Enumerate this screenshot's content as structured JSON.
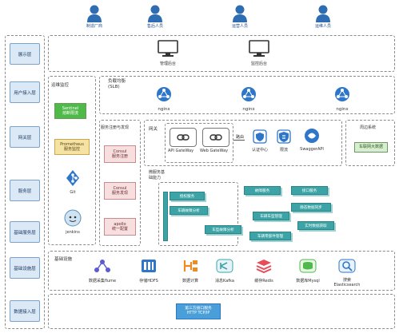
{
  "colors": {
    "layer_fill": "#dbe8f6",
    "person_blue": "#2f6db3",
    "teal": "#3ca4a6",
    "pink": "#f7dfe0",
    "sentinel_green": "#4fb94a",
    "prometheus_yellow": "#f4e3a5",
    "gateway_blue": "#2e76c9",
    "third_party_fill": "#4a9fd8"
  },
  "people": [
    {
      "label": "制造厂商",
      "icon": "person-icon"
    },
    {
      "label": "售后人员",
      "icon": "person-icon"
    },
    {
      "label": "运营人员",
      "icon": "person-icon"
    },
    {
      "label": "运维人员",
      "icon": "person-icon"
    }
  ],
  "layers": [
    {
      "label": "展示层"
    },
    {
      "label": "用户接入层"
    },
    {
      "label": "网关层"
    },
    {
      "label": "服务层"
    },
    {
      "label": "基础服务层"
    },
    {
      "label": "基础设施层"
    },
    {
      "label": "数据接入层"
    }
  ],
  "display": {
    "mgmt_label": "管理后台",
    "monitor_label": "监控后台"
  },
  "ops": {
    "title": "运维监控",
    "sentinel": "Sentinel\n熔断限流",
    "prometheus": "Prometheus\n服务监控",
    "git": "Git",
    "jenkins": "jenkins"
  },
  "access": {
    "title": "负载均衡\n(SLB)",
    "nginx": [
      "nginx",
      "nginx",
      "nginx"
    ]
  },
  "registry": {
    "title": "服务注册与发现",
    "consul1": "Consul\n服务注册",
    "consul2": "Consul\n服务发现",
    "apollo": "apollo\n统一配置"
  },
  "gateway": {
    "title": "网关",
    "api_gw": "API GateWay",
    "web_gw": "Web GateWay",
    "route_label": "路由",
    "auth": "认证中心",
    "rate": "限流",
    "swagger": "SwaggerAPI"
  },
  "external": {
    "title": "周边系统",
    "box": "车联网大数据"
  },
  "service_layer": {
    "caption": "微服务基\n础能力",
    "boxes": [
      "授权服务",
      "故障服务",
      "接口服务",
      "车辆故障分析",
      "静态数据同步",
      "车辆车型管理",
      "车型故障分析",
      "实时数据获取",
      "车辆零部件管理"
    ]
  },
  "infra": {
    "title": "基础设施",
    "items": [
      {
        "label": "数据采集flume",
        "icon": "flume-icon"
      },
      {
        "label": "存储HDFS",
        "icon": "hdfs-icon"
      },
      {
        "label": "数据计算",
        "icon": "compute-icon"
      },
      {
        "label": "消息Kafka",
        "icon": "kafka-icon"
      },
      {
        "label": "缓存Redis",
        "icon": "redis-icon"
      },
      {
        "label": "数据库Mysql",
        "icon": "mysql-icon"
      },
      {
        "label": "搜索\nElasticsearch",
        "icon": "elasticsearch-icon"
      }
    ]
  },
  "data_access": {
    "box": "第三方接口服务\nHTTP TCP/IP"
  }
}
